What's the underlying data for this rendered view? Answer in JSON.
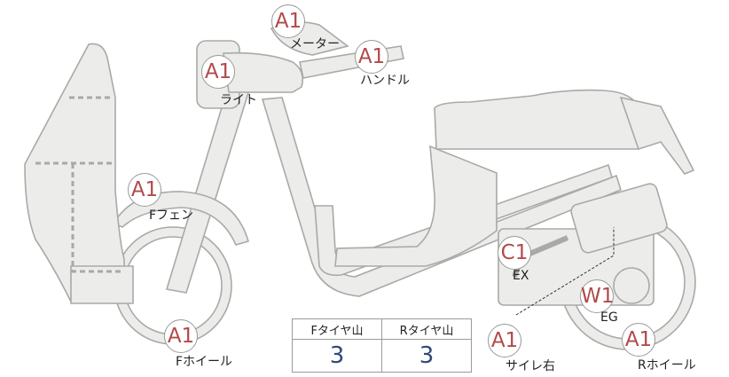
{
  "parts": [
    {
      "id": "meter",
      "grade": "A1",
      "label": "メーター"
    },
    {
      "id": "light",
      "grade": "A1",
      "label": "ライト"
    },
    {
      "id": "handle",
      "grade": "A1",
      "label": "ハンドル"
    },
    {
      "id": "f-fender",
      "grade": "A1",
      "label": "Fフェン"
    },
    {
      "id": "ex",
      "grade": "C1",
      "label": "EX"
    },
    {
      "id": "eg",
      "grade": "W1",
      "label": "EG"
    },
    {
      "id": "f-wheel",
      "grade": "A1",
      "label": "Fホイール"
    },
    {
      "id": "silencer-right",
      "grade": "A1",
      "label": "サイレ右"
    },
    {
      "id": "r-wheel",
      "grade": "A1",
      "label": "Rホイール"
    }
  ],
  "tire_table": {
    "headers": [
      "Fタイヤ山",
      "Rタイヤ山"
    ],
    "values": [
      "3",
      "3"
    ]
  },
  "colors": {
    "grade_text": "#b14a4a",
    "tire_value": "#2d4a78",
    "part_fill": "#ececea",
    "part_stroke": "#a9a9a6"
  }
}
